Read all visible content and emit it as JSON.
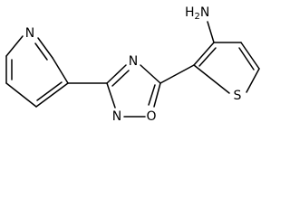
{
  "molecule": {
    "atoms": {
      "pyridine_n": "N",
      "oxadiazole_n_top": "N",
      "oxadiazole_n_bottom": "N",
      "oxadiazole_o": "O",
      "thiophene_s": "S",
      "amine": "NH2"
    },
    "amine_text": {
      "main": "H",
      "element": "N",
      "subscript": "2"
    },
    "colors": {
      "bond": "#000000",
      "label": "#000000",
      "background": "#ffffff"
    }
  }
}
